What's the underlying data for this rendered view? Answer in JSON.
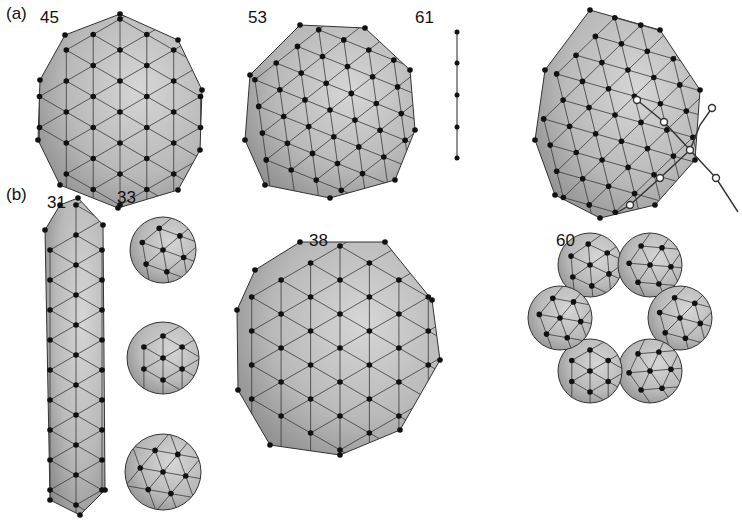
{
  "diagram": {
    "labels": [
      "(a)",
      "45",
      "53",
      "61",
      "(b)",
      "31",
      "33",
      "38",
      "60"
    ]
  }
}
